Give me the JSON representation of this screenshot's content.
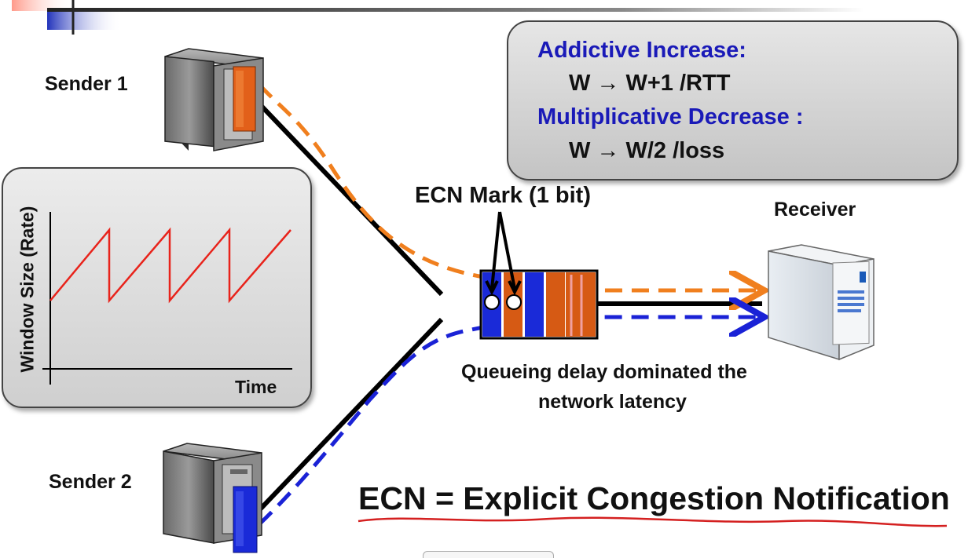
{
  "labels": {
    "sender1": "Sender 1",
    "sender2": "Sender 2",
    "receiver": "Receiver",
    "ecn_mark": "ECN Mark (1 bit)",
    "queue_caption_line1": "Queueing delay dominated the",
    "queue_caption_line2": "network latency",
    "ecn_definition": "ECN = Explicit Congestion Notification"
  },
  "aimd": {
    "increase_title": "Addictive Increase:",
    "increase_rule": "W → W+1 /RTT",
    "decrease_title": "Multiplicative Decrease :",
    "decrease_rule": "W → W/2 /loss"
  },
  "chart": {
    "ylabel": "Window Size (Rate)",
    "xlabel": "Time"
  },
  "colors": {
    "sender1_flow": "#f07f1e",
    "sender2_flow": "#1a22d6",
    "link": "#000000",
    "sawtooth": "#e8231b",
    "heading_text": "#1a1ab8",
    "underline": "#d42020"
  },
  "icons": {
    "sender1": "server-tower-icon",
    "sender2": "server-tower-icon",
    "receiver": "server-tower-icon",
    "queue": "packet-queue-icon",
    "logo": "slide-logo-icon"
  }
}
